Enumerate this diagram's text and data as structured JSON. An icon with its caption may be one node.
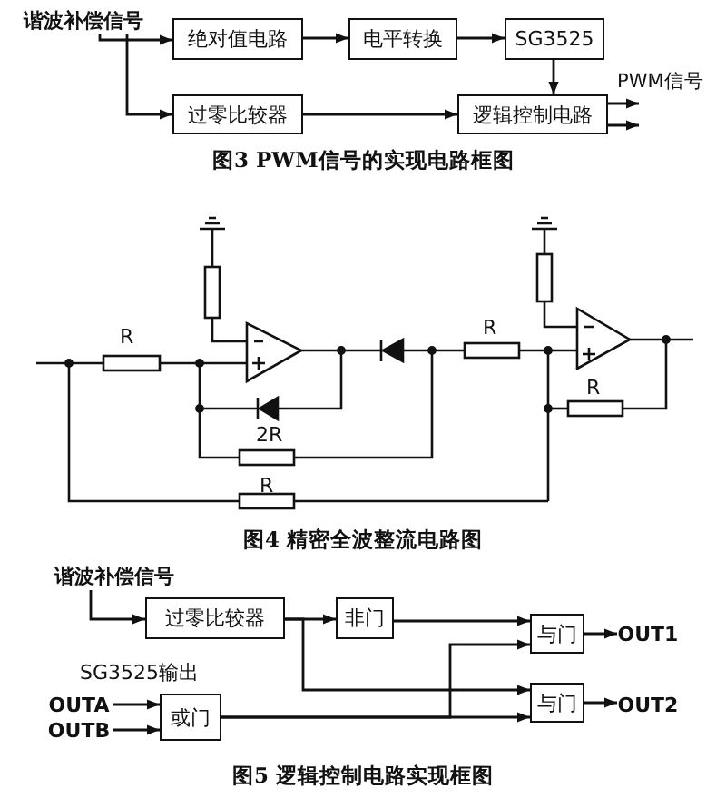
{
  "diagram": {
    "nodes": [
      {
        "text": [
          "谐波补偿信号"
        ]
      },
      {
        "text": [
          "绝对值电路"
        ]
      },
      {
        "text": [
          "电平转换"
        ]
      },
      {
        "text": [
          "SG3525"
        ]
      },
      {
        "text": [
          "过零比较器"
        ]
      },
      {
        "text": [
          "逻辑控制电路"
        ]
      },
      {
        "text": [
          "PWM信号"
        ]
      },
      {
        "text": [
          "谐波补偿信号"
        ]
      },
      {
        "text": [
          "过零比较器"
        ]
      },
      {
        "text": [
          "非门"
        ]
      },
      {
        "text": [
          "与门"
        ]
      },
      {
        "text": [
          "OUT1"
        ]
      },
      {
        "text": [
          "OUTA"
        ]
      },
      {
        "text": [
          "OUTB"
        ]
      },
      {
        "text": [
          "或门"
        ]
      },
      {
        "text": [
          "与门"
        ]
      },
      {
        "text": [
          "OUT2"
        ]
      }
    ],
    "edges": [
      {
        "from": 0,
        "to": 1,
        "arrow": "to"
      },
      {
        "from": 0,
        "to": 4,
        "arrow": "to"
      },
      {
        "from": 1,
        "to": 2,
        "arrow": "to"
      },
      {
        "from": 2,
        "to": 3,
        "arrow": "to"
      },
      {
        "from": 3,
        "to": 5,
        "arrow": "to"
      },
      {
        "from": 4,
        "to": 5,
        "arrow": "to"
      },
      {
        "from": 5,
        "to": 6,
        "arrow": "to"
      },
      {
        "from": 5,
        "to": 6,
        "arrow": "to"
      },
      {
        "from": 7,
        "to": 8,
        "arrow": "to"
      },
      {
        "from": 8,
        "to": 9,
        "arrow": "to"
      },
      {
        "from": 9,
        "to": 10,
        "arrow": "to"
      },
      {
        "from": 8,
        "to": 15,
        "arrow": "to"
      },
      {
        "from": 14,
        "to": 10,
        "arrow": "to"
      },
      {
        "from": 14,
        "to": 15,
        "arrow": "to"
      },
      {
        "from": 10,
        "to": 11,
        "arrow": "to"
      },
      {
        "from": 15,
        "to": 16,
        "arrow": "to"
      },
      {
        "from": 12,
        "to": 14,
        "arrow": "to"
      },
      {
        "from": 13,
        "to": 14,
        "arrow": "to"
      }
    ],
    "labels": [
      "图3 PWM信号的实现电路框图",
      "R",
      "R",
      "R",
      "2R",
      "R",
      "图4 精密全波整流电路图",
      "SG3525输出",
      "图5 逻辑控制电路实现框图"
    ]
  }
}
